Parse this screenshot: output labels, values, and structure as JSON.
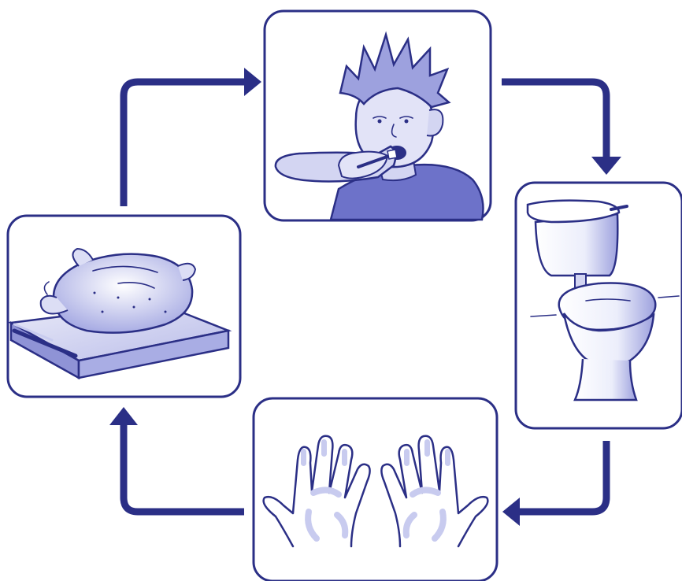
{
  "diagram": {
    "type": "cycle",
    "colors": {
      "ink": "#2b2f86",
      "shade": "#8f93d6",
      "light_shade": "#c8cbef",
      "panel_background": "#ffffff"
    },
    "panels": [
      {
        "id": "toothbrushing",
        "icon": "boy-brushing-teeth-icon"
      },
      {
        "id": "toilet",
        "icon": "toilet-icon"
      },
      {
        "id": "hands",
        "icon": "hands-icon"
      },
      {
        "id": "raw-chicken",
        "icon": "raw-chicken-on-cutting-board-icon"
      }
    ],
    "arrows": [
      {
        "from": "raw-chicken",
        "to": "toothbrushing",
        "direction": "clockwise"
      },
      {
        "from": "toothbrushing",
        "to": "toilet",
        "direction": "clockwise"
      },
      {
        "from": "toilet",
        "to": "hands",
        "direction": "clockwise"
      },
      {
        "from": "hands",
        "to": "raw-chicken",
        "direction": "clockwise"
      }
    ]
  }
}
